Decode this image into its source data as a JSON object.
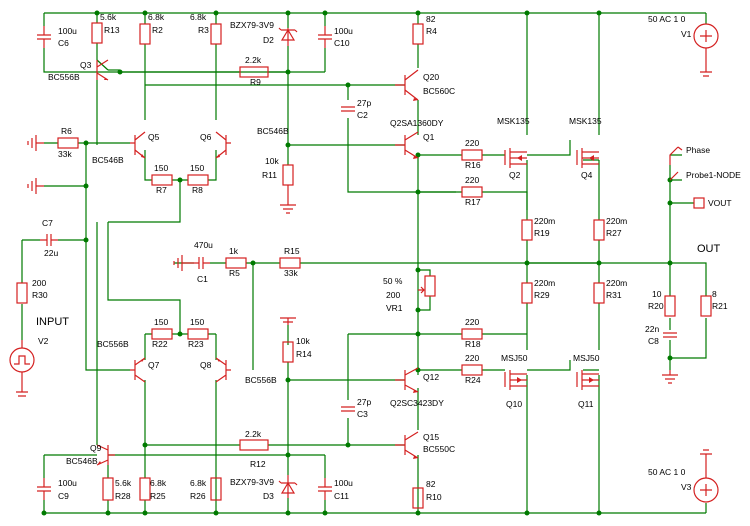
{
  "labels": {
    "c6_val": "100u",
    "c6_ref": "C6",
    "r13_val": "5.6k",
    "r13_ref": "R13",
    "r2_val": "6.8k",
    "r2_ref": "R2",
    "r3_val": "6.8k",
    "r3_ref": "R3",
    "d2_val": "BZX79-3V9",
    "d2_ref": "D2",
    "c10_val": "100u",
    "c10_ref": "C10",
    "r4_val": "82",
    "r4_ref": "R4",
    "v1_val": "50 AC 1 0",
    "v1_ref": "V1",
    "q3_ref": "Q3",
    "q3_val": "BC556B",
    "r9_val": "2.2k",
    "r9_ref": "R9",
    "q20_ref": "Q20",
    "q20_val": "BC560C",
    "c2_val": "27p",
    "c2_ref": "C2",
    "q5_ref": "Q5",
    "q6_ref": "Q6",
    "q1_val_top": "BC546B",
    "q1_model": "Q2SA1360DY",
    "q1_ref": "Q1",
    "r6_ref": "R6",
    "r6_val": "33k",
    "q5_val": "BC546B",
    "r11_val": "10k",
    "r11_ref": "R11",
    "msk_left": "MSK135",
    "msk_right": "MSK135",
    "r16_val": "220",
    "r16_ref": "R16",
    "q2_ref": "Q2",
    "q4_ref": "Q4",
    "r17_val": "220",
    "r17_ref": "R17",
    "r7_val": "150",
    "r7_ref": "R7",
    "r8_val": "150",
    "r8_ref": "R8",
    "phase": "Phase",
    "probe": "Probe1-NODE",
    "vout": "VOUT",
    "c7_ref": "C7",
    "c7_val": "22u",
    "r19_val": "220m",
    "r19_ref": "R19",
    "r27_val": "220m",
    "r27_ref": "R27",
    "c1_val": "470u",
    "c1_ref": "C1",
    "r5_val": "1k",
    "r5_ref": "R5",
    "r15_ref": "R15",
    "r15_val": "33k",
    "out": "OUT",
    "r30_val": "200",
    "r30_ref": "R30",
    "vr1_pct": "50 %",
    "vr1_val": "200",
    "vr1_ref": "VR1",
    "r29_val": "220m",
    "r29_ref": "R29",
    "r31_val": "220m",
    "r31_ref": "R31",
    "r20_val": "10",
    "r20_ref": "R20",
    "r21_val": "8",
    "r21_ref": "R21",
    "input": "INPUT",
    "r22_val": "150",
    "r22_ref": "R22",
    "r23_val": "150",
    "r23_ref": "R23",
    "c8_val": "22n",
    "c8_ref": "C8",
    "r18_val": "220",
    "r18_ref": "R18",
    "r14_val": "10k",
    "r14_ref": "R14",
    "v2_ref": "V2",
    "q7_val": "BC556B",
    "q7_ref": "Q7",
    "q8_ref": "Q8",
    "q8_val": "BC556B",
    "r24_val": "220",
    "r24_ref": "R24",
    "msj_left": "MSJ50",
    "msj_right": "MSJ50",
    "q12_ref": "Q12",
    "c3_val": "27p",
    "c3_ref": "C3",
    "q12_model": "Q2SC3423DY",
    "q10_ref": "Q10",
    "q11_ref": "Q11",
    "r12_val": "2.2k",
    "r12_ref": "R12",
    "q15_ref": "Q15",
    "q15_val": "BC550C",
    "q9_ref": "Q9",
    "q9_val": "BC546B",
    "r28_val": "5.6k",
    "r28_ref": "R28",
    "r25_val": "6.8k",
    "r25_ref": "R25",
    "r26_val": "6.8k",
    "r26_ref": "R26",
    "d3_val": "BZX79-3V9",
    "d3_ref": "D3",
    "c11_val": "100u",
    "c11_ref": "C11",
    "r10_val": "82",
    "r10_ref": "R10",
    "v3_val": "50 AC 1 0",
    "v3_ref": "V3",
    "c9_val": "100u",
    "c9_ref": "C9"
  },
  "colors": {
    "wire": "#007a00",
    "component": "#d42020",
    "text": "#000000",
    "background": "#ffffff"
  }
}
